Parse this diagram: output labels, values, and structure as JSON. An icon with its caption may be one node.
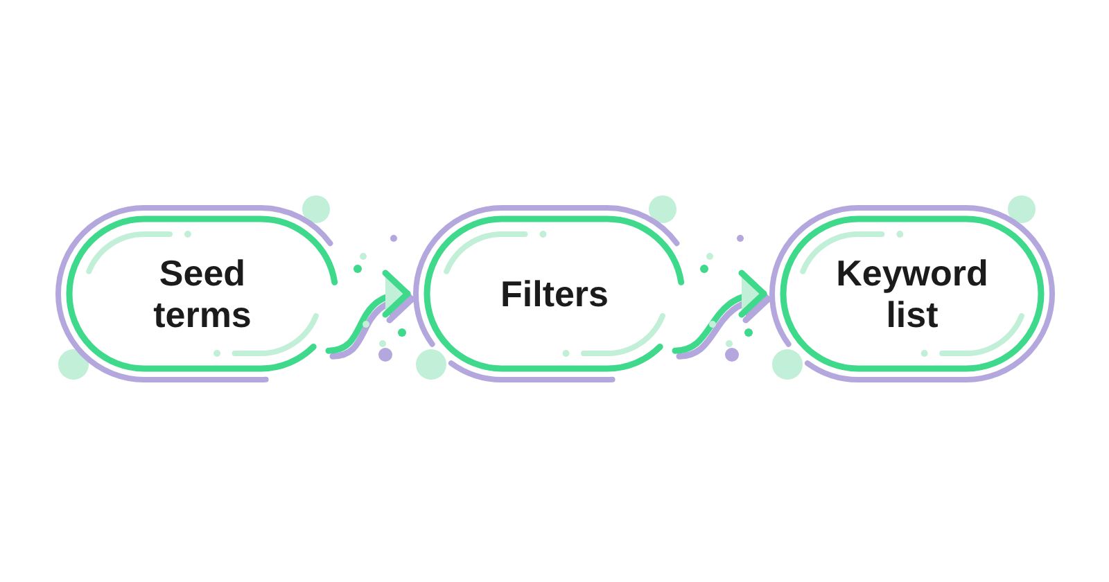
{
  "diagram": {
    "nodes": [
      {
        "text": [
          "Seed terms"
        ]
      },
      {
        "text": [
          "Filters"
        ]
      },
      {
        "text": [
          "Keyword list"
        ]
      }
    ],
    "edges": [
      {
        "from": 0,
        "to": 1,
        "arrow": "to"
      },
      {
        "from": 1,
        "to": 2,
        "arrow": "to"
      }
    ]
  }
}
